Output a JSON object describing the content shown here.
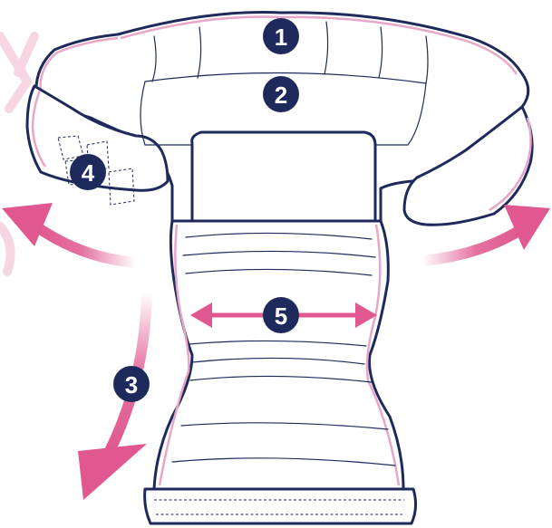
{
  "badges": [
    {
      "id": "waist-band",
      "label": "1"
    },
    {
      "id": "inner-layer",
      "label": "2"
    },
    {
      "id": "side-arrow-down",
      "label": "3"
    },
    {
      "id": "tab-fastener",
      "label": "4"
    },
    {
      "id": "core-width",
      "label": "5"
    }
  ],
  "colors": {
    "outline": "#1f2a5c",
    "pink_trim": "#e8a6c8",
    "arrow": "#e0588f",
    "badge": "#1f2a5c",
    "watermark": "#f6d6e3"
  }
}
